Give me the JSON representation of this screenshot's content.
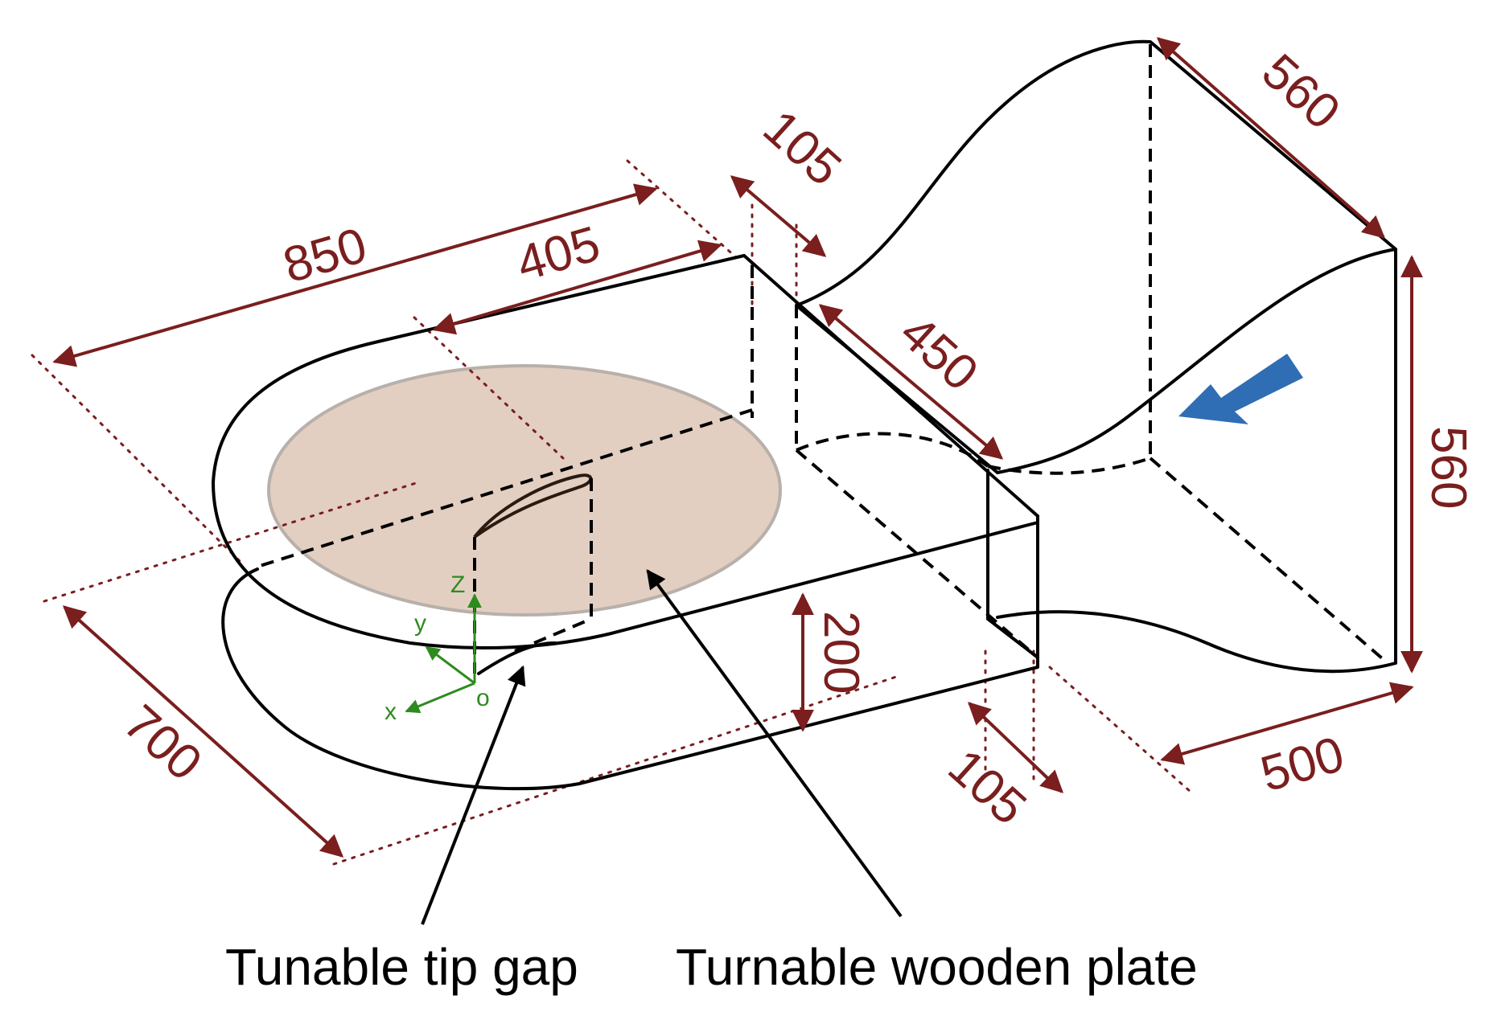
{
  "dimensions": {
    "d850": "850",
    "d405": "405",
    "d105_top": "105",
    "d560_top": "560",
    "d450": "450",
    "d560_right": "560",
    "d200": "200",
    "d700": "700",
    "d105_bottom": "105",
    "d500": "500"
  },
  "axes": {
    "z": "Z",
    "y": "y",
    "x": "x",
    "origin": "o"
  },
  "captions": {
    "tip_gap": "Tunable tip gap",
    "wooden_plate": "Turnable wooden plate"
  },
  "colors": {
    "dimension": "#7a1e1e",
    "axis": "#2e8b1e",
    "plate": "#e2cfc2",
    "flow_arrow": "#2f6db5"
  }
}
